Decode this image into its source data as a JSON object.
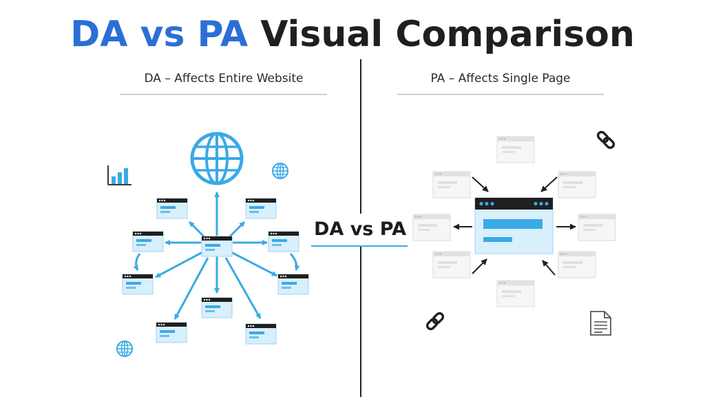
{
  "title": {
    "accent": "DA vs PA",
    "rest": "Visual Comparison"
  },
  "panels": {
    "left": {
      "heading": "DA – Affects Entire Website"
    },
    "right": {
      "heading": "PA – Affects Single Page"
    }
  },
  "center_label": "DA vs PA",
  "colors": {
    "accent_blue": "#2b6fd6",
    "node_blue": "#3aa9e6",
    "card_fill": "#d8effc",
    "card_header": "#1f1f1f",
    "ghost_card": "#e2e2e2",
    "title_text": "#1f1f1f"
  },
  "icons": {
    "left_panel": [
      "globe-icon",
      "bar-chart-icon",
      "small-globe-icon",
      "network-page-icon"
    ],
    "right_panel": [
      "link-chain-icon",
      "document-icon",
      "inbound-arrow-icon"
    ]
  }
}
